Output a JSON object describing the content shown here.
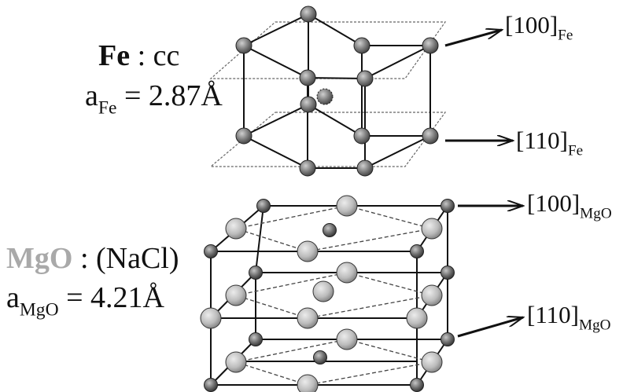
{
  "fe": {
    "symbol": "Fe",
    "structure": ": cc",
    "param_base": "a",
    "param_sub": "Fe",
    "param_value": "= 2.87Å",
    "dir_top": "[100]",
    "dir_top_sub": "Fe",
    "dir_bottom": "[110]",
    "dir_bottom_sub": "Fe"
  },
  "mgo": {
    "symbol": "MgO",
    "structure": ": (NaCl)",
    "param_base": "a",
    "param_sub": "MgO",
    "param_value": "= 4.21Å",
    "dir_top": "[100]",
    "dir_top_sub": "MgO",
    "dir_bottom": "[110]",
    "dir_bottom_sub": "MgO"
  },
  "colors": {
    "fe_atom": "#7a7a7a",
    "mgo_large_atom": "#bdbdbd",
    "mgo_small_atom": "#6f6f6f",
    "mgo_label": "#a9a9a9",
    "line": "#111111"
  }
}
